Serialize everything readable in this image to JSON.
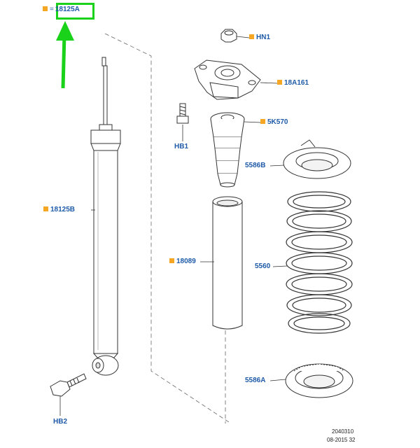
{
  "parts": {
    "top_ref": "18125A",
    "hn1": "HN1",
    "mount": "18A161",
    "hb1": "HB1",
    "bump_stop": "5K570",
    "upper_seat": "5586B",
    "shock": "18125B",
    "dust_tube": "18089",
    "spring": "5560",
    "lower_seat": "5586A",
    "hb2": "HB2"
  },
  "drawing_code": {
    "line1": "2040310",
    "line2": "08-2015 32"
  },
  "colors": {
    "label_text": "#1e5aa8",
    "marker": "#f5a623",
    "highlight": "#19d219",
    "line_art": "#333333"
  },
  "icons": {
    "marker": "orange-square-marker-icon",
    "pointer": "green-arrow-icon"
  }
}
